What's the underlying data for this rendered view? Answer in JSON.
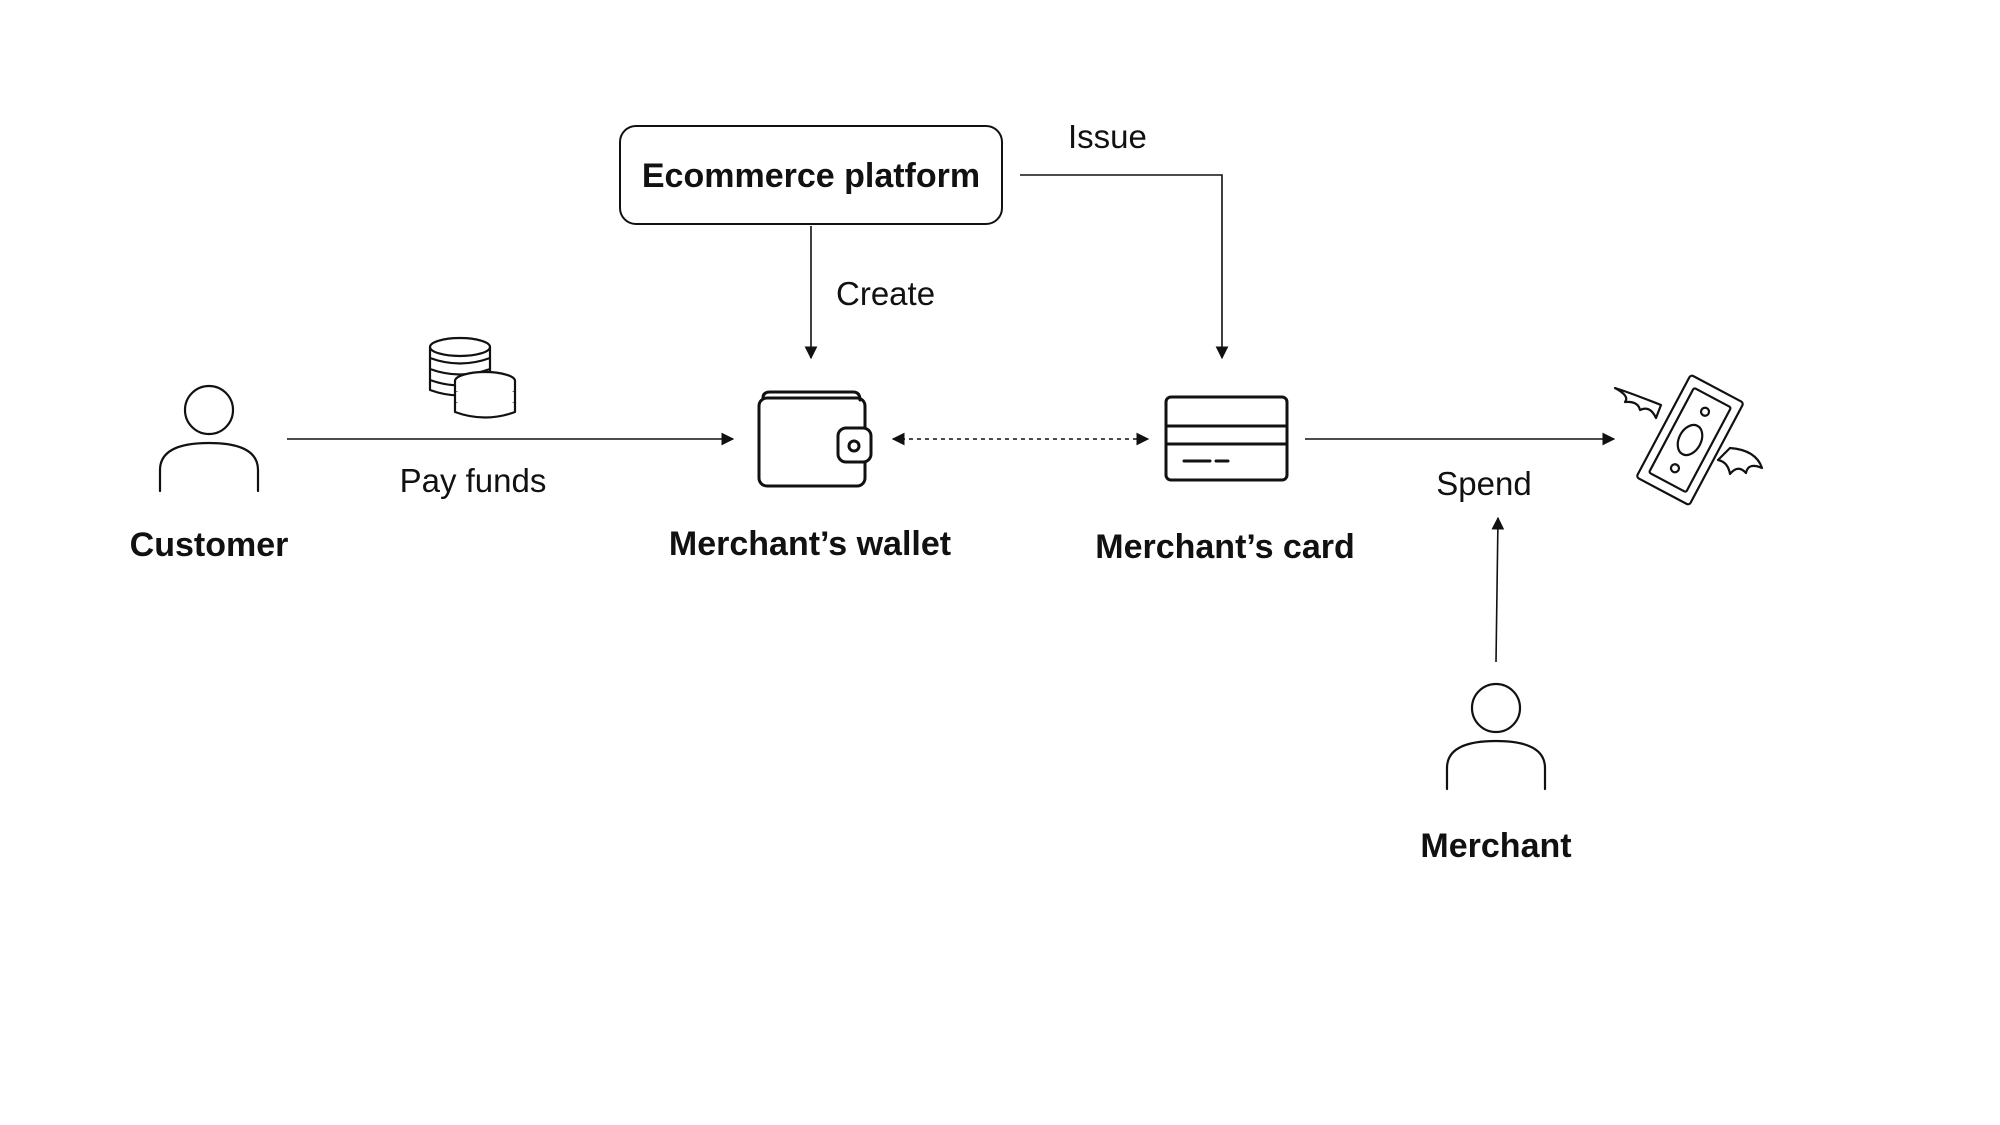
{
  "nodes": {
    "platform": "Ecommerce platform",
    "customer": "Customer",
    "wallet": "Merchant’s wallet",
    "card": "Merchant’s card",
    "merchant": "Merchant"
  },
  "edges": {
    "issue": "Issue",
    "create": "Create",
    "pay_funds": "Pay funds",
    "spend": "Spend"
  },
  "icons": {
    "customer": "person-icon",
    "merchant": "person-icon",
    "coins": "coins-icon",
    "wallet": "wallet-icon",
    "card": "credit-card-icon",
    "money": "flying-money-icon"
  }
}
